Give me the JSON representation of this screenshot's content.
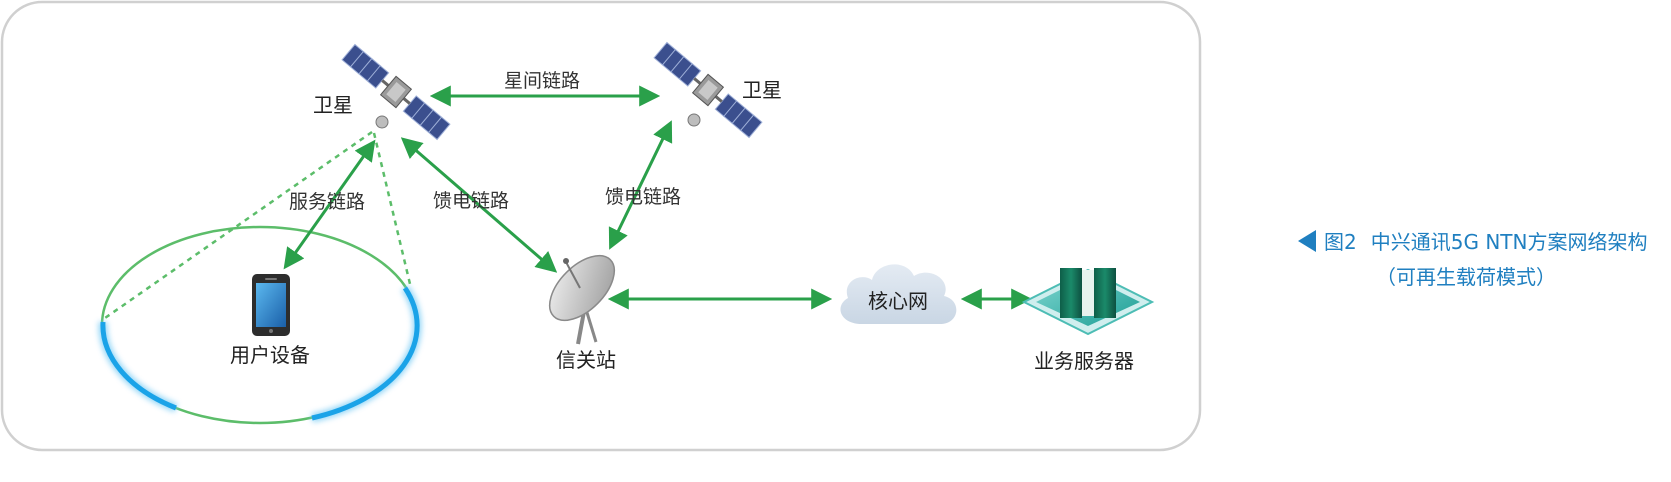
{
  "diagram": {
    "nodes": {
      "satellite_left": "卫星",
      "satellite_right": "卫星",
      "user_equipment": "用户设备",
      "gateway": "信关站",
      "core_network": "核心网",
      "service_server": "业务服务器"
    },
    "links": {
      "inter_satellite": "星间链路",
      "service_link": "服务链路",
      "feeder_left": "馈电链路",
      "feeder_right": "馈电链路"
    }
  },
  "caption": {
    "figure_number": "图2",
    "title": "中兴通讯5G NTN方案网络架构",
    "subtitle": "（可再生载荷模式）"
  },
  "colors": {
    "arrow": "#2aa04a",
    "beam_ring": "#5cbd6a",
    "beam_highlight": "#1aa3e8",
    "frame": "#d0d0d0",
    "caption": "#1f7fc0"
  }
}
